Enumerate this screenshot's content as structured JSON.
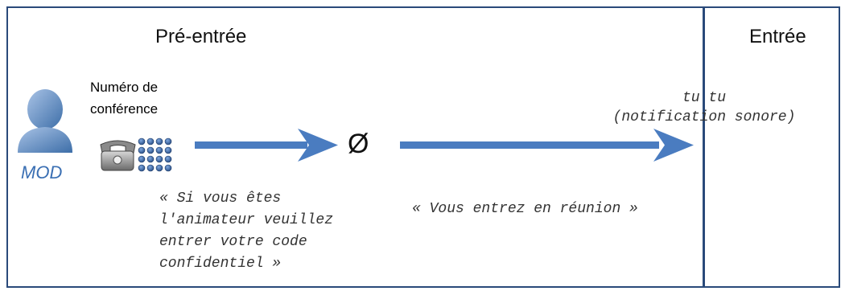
{
  "phases": {
    "pre_entry": "Pré-entrée",
    "entry": "Entrée"
  },
  "actor": {
    "label": "MOD",
    "icon": "person-icon"
  },
  "conference": {
    "label": "Numéro de\nconférence",
    "icon": "telephone-keypad-icon"
  },
  "flow": {
    "empty_symbol": "Ø",
    "host_prompt": "« Si vous êtes\nl'animateur veuillez\nentrer votre code\nconfidentiel »",
    "entering_prompt": "« Vous entrez en réunion »",
    "notification": "tu tu\n(notification sonore)"
  },
  "colors": {
    "border": "#2a4a7a",
    "arrow": "#4a7cc0",
    "actor": "#3a6fb3"
  }
}
